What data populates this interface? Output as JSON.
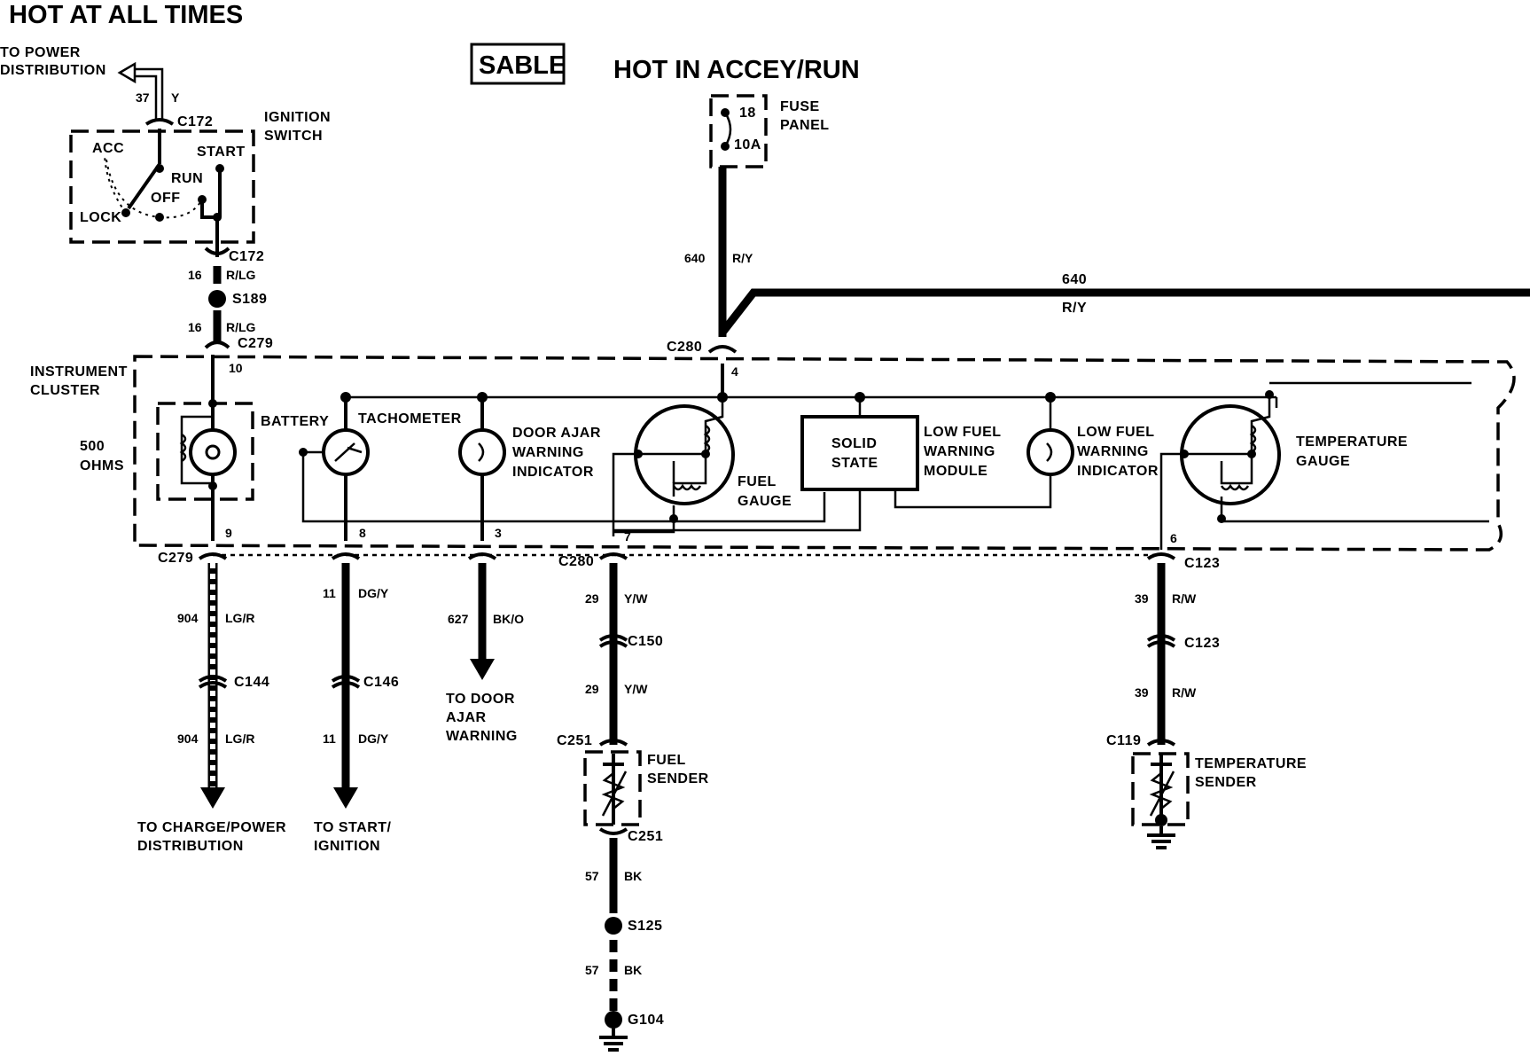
{
  "headers": {
    "hot_at_all_times": "HOT AT ALL TIMES",
    "model": "SABLE",
    "hot_in_accy_run": "HOT IN ACCEY/RUN"
  },
  "ignition": {
    "to_power_1": "TO POWER",
    "to_power_2": "DISTRIBUTION",
    "circuit_37": "37",
    "color_37": "Y",
    "c172_top": "C172",
    "title_1": "IGNITION",
    "title_2": "SWITCH",
    "acc": "ACC",
    "start": "START",
    "run": "RUN",
    "off": "OFF",
    "lock": "LOCK",
    "c172_bottom": "C172",
    "circuit_16a": "16",
    "color_16a": "R/LG",
    "s189": "S189",
    "circuit_16b": "16",
    "color_16b": "R/LG",
    "c279_top": "C279",
    "pin_10": "10"
  },
  "fuse": {
    "number": "18",
    "rating": "10A",
    "label_1": "FUSE",
    "label_2": "PANEL",
    "circuit_640": "640",
    "color_ry": "R/Y",
    "bus_circuit": "640",
    "bus_color": "R/Y",
    "c280_top": "C280",
    "pin_4": "4"
  },
  "cluster": {
    "label_1": "INSTRUMENT",
    "label_2": "CLUSTER",
    "ohms_1": "500",
    "ohms_2": "OHMS",
    "battery": "BATTERY",
    "tachometer": "TACHOMETER",
    "door_ajar_1": "DOOR AJAR",
    "door_ajar_2": "WARNING",
    "door_ajar_3": "INDICATOR",
    "fuel_gauge_1": "FUEL",
    "fuel_gauge_2": "GAUGE",
    "solid_1": "SOLID",
    "solid_2": "STATE",
    "lfwm_1": "LOW FUEL",
    "lfwm_2": "WARNING",
    "lfwm_3": "MODULE",
    "lfwi_1": "LOW FUEL",
    "lfwi_2": "WARNING",
    "lfwi_3": "INDICATOR",
    "temp_1": "TEMPERATURE",
    "temp_2": "GAUGE",
    "pin_9": "9",
    "pin_8": "8",
    "pin_3": "3",
    "pin_7": "7",
    "pin_6": "6",
    "c279_bottom": "C279",
    "c280_bottom": "C280",
    "c123_top": "C123"
  },
  "battery_wire": {
    "circuit_a": "904",
    "color_a": "LG/R",
    "connector": "C144",
    "circuit_b": "904",
    "color_b": "LG/R",
    "dest_1": "TO CHARGE/POWER",
    "dest_2": "DISTRIBUTION"
  },
  "tach_wire": {
    "circuit_a": "11",
    "color_a": "DG/Y",
    "connector": "C146",
    "circuit_b": "11",
    "color_b": "DG/Y",
    "dest_1": "TO START/",
    "dest_2": "IGNITION"
  },
  "door_wire": {
    "circuit": "627",
    "color": "BK/O",
    "dest_1": "TO DOOR",
    "dest_2": "AJAR",
    "dest_3": "WARNING"
  },
  "fuel_wire": {
    "circuit_a": "29",
    "color_a": "Y/W",
    "c150": "C150",
    "circuit_b": "29",
    "color_b": "Y/W",
    "c251_top": "C251",
    "sender_1": "FUEL",
    "sender_2": "SENDER",
    "c251_bottom": "C251",
    "circuit_c": "57",
    "color_c": "BK",
    "s125": "S125",
    "circuit_d": "57",
    "color_d": "BK",
    "g104": "G104"
  },
  "temp_wire": {
    "circuit_a": "39",
    "color_a": "R/W",
    "c123": "C123",
    "circuit_b": "39",
    "color_b": "R/W",
    "c119": "C119",
    "sender_1": "TEMPERATURE",
    "sender_2": "SENDER"
  }
}
